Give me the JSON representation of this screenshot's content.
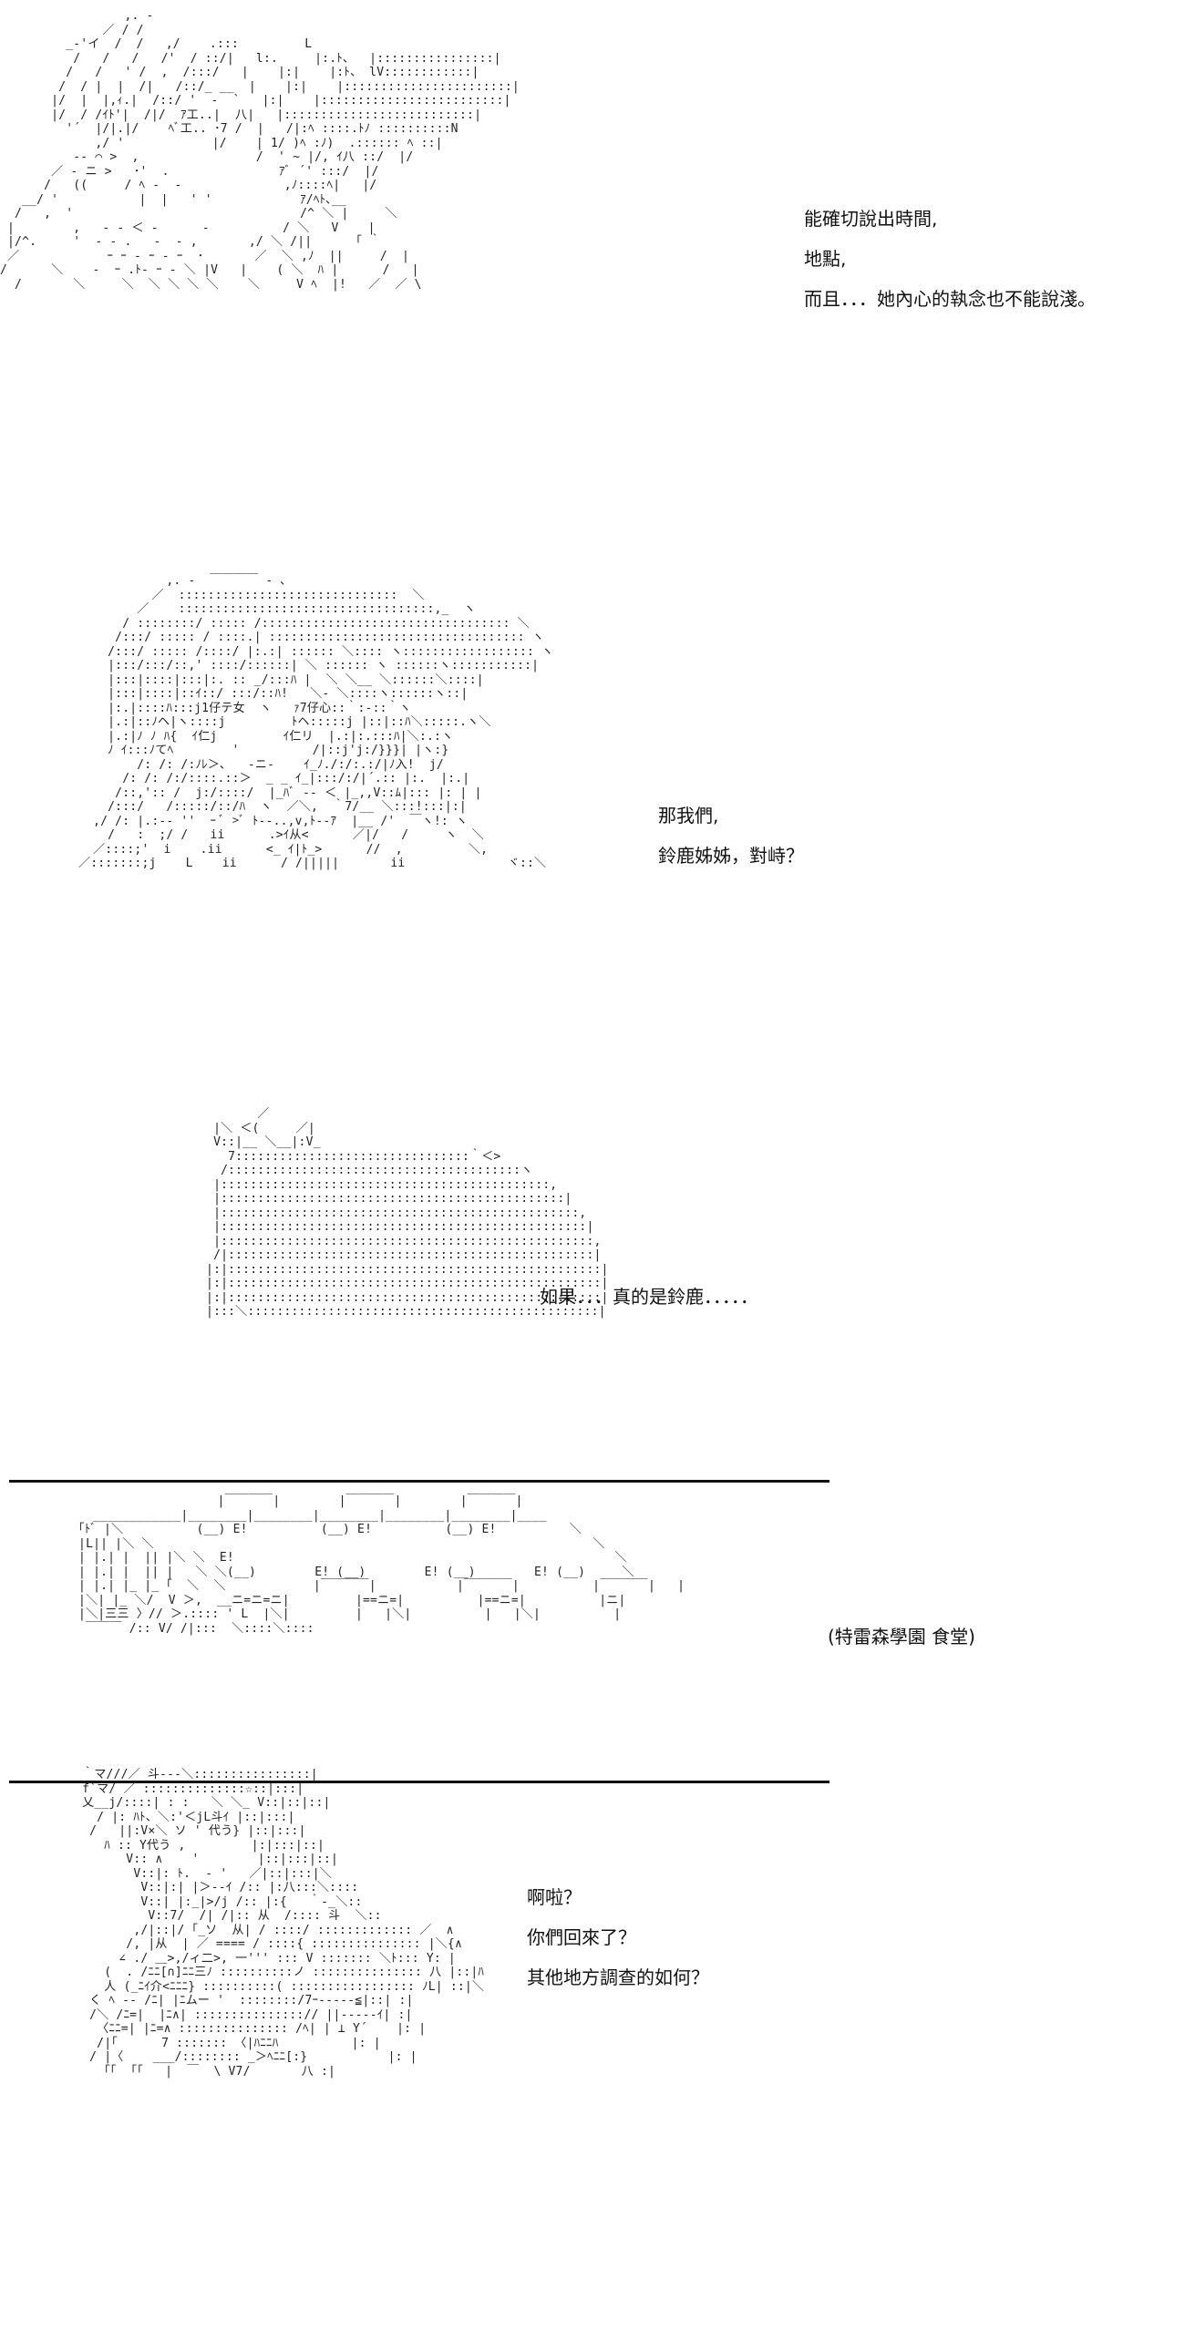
{
  "panels": [
    {
      "id": "p1",
      "art": "                 ,. -         \n              ／ / /               \n         _-'イ  /  /   ,/    .:::         L        \n          /   /   /   /'  / ::/|   l:.     |:.ﾄ、  |::::::::::::::::|\n         /   /   ' /  ,  /:::/   |    |:|    |:ﾄ、 lV::::::::::::|\n        /  / |  |  /|   /::/_ __  |    |:|    |:::::::::::::::::::::::|\n       |/  |  |,ｨ.|  /::/ '  ‐  `   |:|    |:::::::::::::::::::::::::|\n       |/  / /ｲﾄ'|  /|/  ｱ工..|  八|   |::::::::::::::::::::::::::|\n         '´  |/|.|/    ﾍﾞ工.. ･7 /  |   /|:ﾍ ::::.ﾄﾉ ::::::::::N\n             ,/ '            |/    | 1/ )ﾍ :ﾉ)  .:::::: ﾍ ::|\n          -‐ ⌒ >  ,                /  ' ~ |/, ｲ八 ::/  |/\n       ／ ‐ ニ >   ･'  .               ｱﾞ ´' :::/  |/\n      /   ((     / ﾍ ‐  ‐              ,ﾉ::::ﾍ|   |/\n   __/ '           |  |   ' '            ｱ/ﾍﾄ､__\n  /   ,  '                               /^ ＼ |     ＼\n |        ,   ‐ ‐ ＜ ‐      ‐          / ＼   V    |\n |/^.     '  ‐ ‐ .   ‐  ‐ ,       ,/ ＼ /||      ｢ ｀\n ／            ｰ ｰ ‐ ｰ ‐ ｰ  ･       ／  ＼ ,ﾉ  ||     /  |\n/      ＼    ‐  ｰ .ﾄ‐ ｰ ‐ ＼ |V   |    ( ＼  ﾊ |      /   |\n  /       ＼     ＼  ＼ ＼ ＼ ＼    ＼     V ﾍ  |!   ／  ／ \\",
      "dialog": [
        "能確切說出時間,",
        "地點,",
        "而且．．．她內心的執念也不能說淺。"
      ]
    },
    {
      "id": "p2",
      "art": "              ,. -  ￣￣￣￣ ‐ ､\n            ／  ::::::::::::::::::::::::::::::  ＼\n          ／    :::::::::::::::::::::::::::::::::::,_  ヽ\n        / ::::::::/ ::::: /:::::::::::::::::::::::::::::::::: ＼\n       /:::/ ::::: / ::::.| ::::::::::::::::::::::::::::::::::: ヽ\n      /:::/ ::::: /::::/ |:.:| :::::: ＼:::: ヽ:::::::::::::::::: ヽ\n      |:::/:::/::,' ::::/::::::| ＼ :::::: ヽ ::::::ヽ:::::::::::|\n      |:::|::::|:::|:. :: _/:::ﾊ |  ＼ ＼__ ＼::::::＼::::|\n      |:::|::::|::ｲ::/ :::/::ﾊ!   ＼‐ ＼::::ヽ::::::ヽ::|\n      |:.|::::ﾊ:::j1仔テ女  ヽ   ｧ7仔心::｀:-::｀ヽ\n      |.:|::ﾉヘ|ヽ::::j         ﾄヘ:::::j |::|::ﾊ＼:::::.ヽ＼\n      |.:|ﾉ ﾉ ﾊ{  ｲ仁j         ｲ仁リ  |.:|:.:::ﾊ|＼:.:ヽ\n      ﾉ ｲ:::ﾉてﾍ        '          /|::j'j:/}}}| |ヽ:}\n          /: /: /:ﾉﾚ＞､   -ニ-    ｲ_ﾉ./:/:.:/|ﾉ入!  j/\n        /: /: /:/::::.::＞  _ _ ｲ_|:::/:/|´.:: |:.  |:.|\n       /::,':: /  j:/::::/  |_ﾊﾞ -- ＜ |_,,V::ﾑ|::: |: | |\n      /:::/   /:::::/::/ﾊ  ヽ  ／＼,  ｀7/__ ＼:::!:::|:|\n    ,/ /: |.:-‐ ''  ｰ ﾞ >ﾞ ﾄ--..,v,ﾄ-‐ｱ  |__ /'  ￣ヽ!: ヽ\n      /   :  ;/ /   ii      .>ｲ从<      ／|/   /     ヽ  ＼\n    ／::::;'  i    .ii      <_ ｲ|ﾄ_>      //  ,         ＼,\n  ／:::::::;j    L    ii      / /|||||       ii              ヾ::＼",
      "dialog": [
        "那我們,",
        "鈴鹿姊姊，對峙？"
      ]
    },
    {
      "id": "p3",
      "art": "         ／\n   |＼ ＜(     ／|\n   V::|__ ＼__|:V_\n     7::::::::::::::::::::::::::::::::｀＜>\n    /::::::::::::::::::::::::::::::::::::::::ヽ\n   |:::::::::::::::::::::::::::::::::::::::::::::,\n   |:::::::::::::::::::::::::::::::::::::::::::::::|\n   |:::::::::::::::::::::::::::::::::::::::::::::::::,\n   |::::::::::::::::::::::::::::::::::::::::::::::::::|\n   |:::::::::::::::::::::::::::::::::::::::::::::::::::,\n   /|::::::::::::::::::::::::::::::::::::::::::::::::::|\n  |:|:::::::::::::::::::::::::::::::::::::::::::::::::::|\n  |:|:::::::::::::::::::::::::::::::::::::::::::::::::::|\n  |:|:::::::::::::::::::::::::::::::::::::::::::::::::::|\n  |:::＼::::::::::::::::::::::::::::::::::::::::::::::::|",
      "dialog": [
        "如果．．．真的是鈴鹿．．．．．"
      ]
    },
    {
      "id": "p4",
      "art": "                     |￣￣￣￣|        |￣￣￣￣|        |￣￣￣￣|\n    ____________|________|________|________|________|________|____\n  ｢ﾄﾞ |＼          (__) E!          (__) E!          (__) E!          ＼\n  |L|| |＼ ＼                                                            ＼\n  | |.| |  || |＼ ＼  E!                                                    ＼\n  | |.| |  || |   ＼ ＼(__)        E! (__)        E! (__)        E! (__)     ＼\n  | |.| |_ |_ ｢  ＼  ＼            |￣￣￣￣|           |￣￣￣￣|          |￣￣￣￣|   |\n  |＼| |_ ＼/  V ＞,  __ニ=ニ=ニ|         |==ニ=|          |==ニ=|          |ニ|\n  |＼|三三 〉// ＞.:::: ' L  |＼|         |   |＼|          |   |＼|          |\n   ￣￣￣ /:: V/ /|:::  ＼::::＼::::",
      "caption": "(特雷森學園   食堂)"
    },
    {
      "id": "p5",
      "art": "     ｀マ///／ 斗‐‐‐＼::::::::::::::::|\n     f`マ/ ／ ::::::::::::::☆::|:::|\n     乂__j/::::| : :   ＼ ＼_ V::|::|::|\n       / |: ﾊﾄ、＼:'＜jL斗ｲ |::|:::|\n      /   ||:V×＼ ソ ' 代う} |::|:::|\n        ﾊ :: Y代う ,         |:|:::|::|\n           V:: ∧    '        |::|:::|::|\n            V::|: ﾄ.  ‐ '   ／|::|:::|＼\n             V::|:| |＞-‐ｲ /:: |:八:::＼::::\n             V::| |:_|>/j /:: |:{   ｀‐_＼::\n              V::7/  /| /|:: 从  /:::: 斗  ＼::\n            ,/|::|/ ｢_ソ  从| / ::::/ ::::::::::::: ／  ∧\n           /, |从  | ／ ==== / ::::{ ::::::::::::::: |＼{∧\n          ∠ ./ ＿>,/ィ二>, 一''' ::: V ::::::: ＼ﾄ::: Y: |\n        (  . /ﾆﾆ[∩]ﾆﾆ三ﾉ ::::::::::ノ ::::::::::::::: 八 |::|ﾊ\n        人 (_ﾆｲ介<ﾆﾆﾆ} ::::::::::( ::::::::::::::::: ﾉL| ::|＼\n      く ﾍ ‐‐ /ﾆ| |ﾆムー '  ::::::::/7ｰ‐‐‐‐‐≦|::| :|\n      /＼ /ﾆ=|  |ﾆ∧| :::::::::::::::// ||‐‐‐‐‐ｲ| :|\n       〈ﾆﾆ=| |ﾆ=∧ ::::::::::::::: /ﾍ| | ⊥ Y´    |: |\n       /|｢      7 ::::::: 〈|ﾊﾆﾆﾊ          |: |\n      / |〈    ___/:::::::: _＞ﾍﾆﾆ[:}           |: |\n        ｢｢  ｢｢   |  ￣  \\ V7/       八 :|",
      "dialog": [
        "啊啦？",
        "你們回來了？",
        "其他地方調查的如何？"
      ]
    }
  ]
}
